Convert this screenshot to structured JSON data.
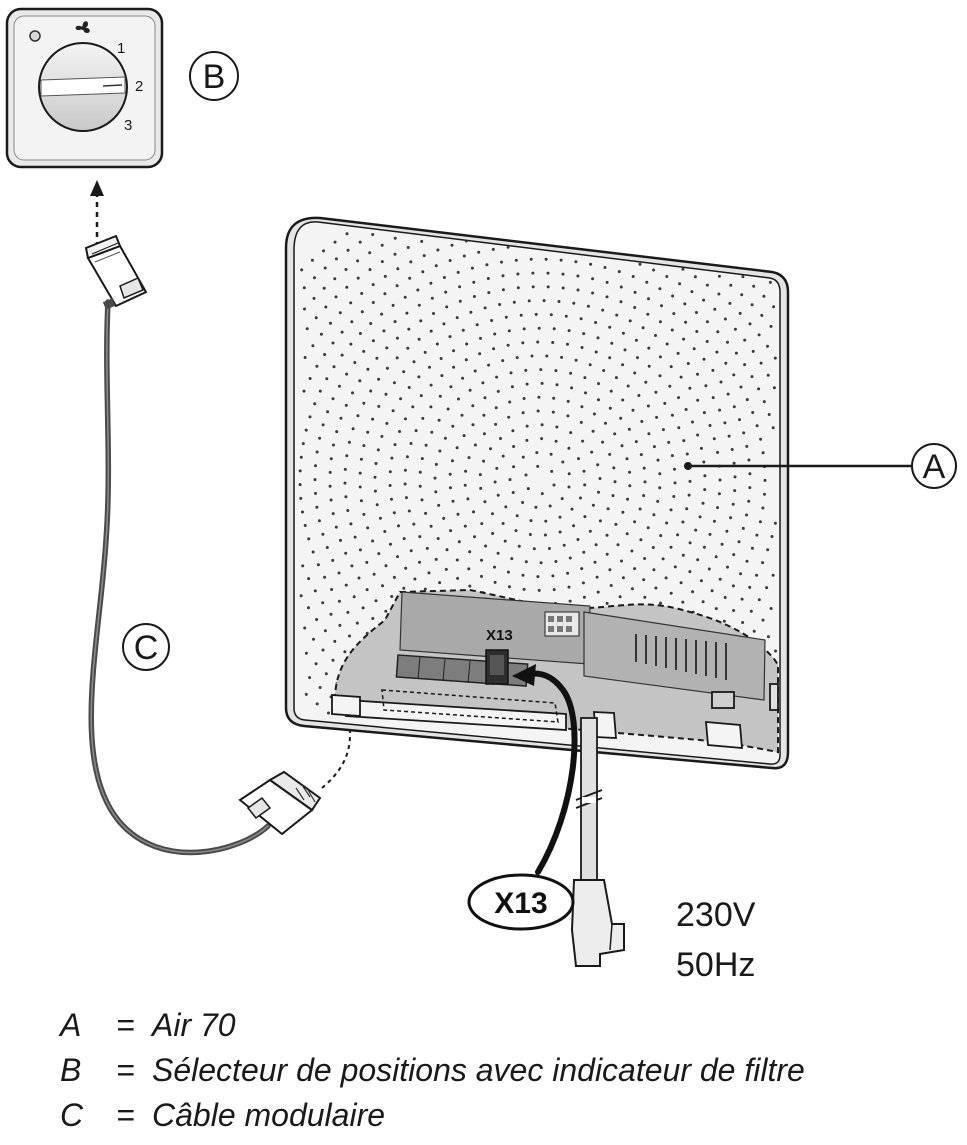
{
  "callouts": {
    "a": "A",
    "b": "B",
    "c": "C"
  },
  "selector": {
    "positions": [
      "1",
      "2",
      "3"
    ]
  },
  "connector_label": "X13",
  "pcb_label": "X13",
  "power": {
    "voltage": "230V",
    "frequency": "50Hz"
  },
  "legend": [
    {
      "key": "A",
      "eq": "=",
      "desc": "Air 70"
    },
    {
      "key": "B",
      "eq": "=",
      "desc": "Sélecteur de positions avec indicateur de filtre"
    },
    {
      "key": "C",
      "eq": "=",
      "desc": "Câble modulaire"
    }
  ],
  "colors": {
    "outline": "#1a1a1a",
    "panel": "#f2f2f2",
    "cutaway": "#bdbdbd",
    "cable": "#555555"
  }
}
